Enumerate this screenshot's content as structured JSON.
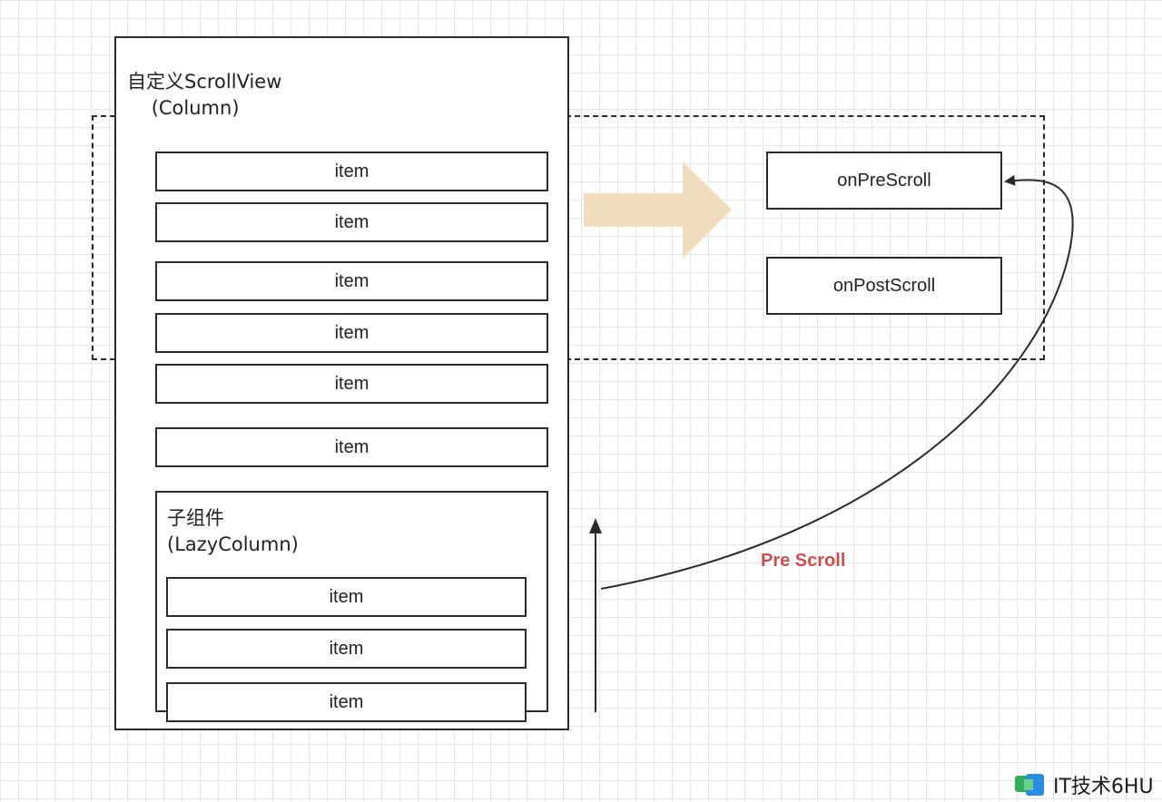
{
  "outer": {
    "title_line1": "自定义ScrollView",
    "title_line2": "(Column)"
  },
  "outer_items": [
    "item",
    "item",
    "item",
    "item",
    "item",
    "item"
  ],
  "inner": {
    "title_line1": "子组件",
    "title_line2": "(LazyColumn)"
  },
  "inner_items": [
    "item",
    "item",
    "item"
  ],
  "callbacks": {
    "pre": "onPreScroll",
    "post": "onPostScroll"
  },
  "scroll_label": "Pre Scroll",
  "watermark": "IT技术6HU",
  "colors": {
    "fat_arrow": "#f2dcc0",
    "scroll_label": "#c94f4f",
    "line": "#2a2a2a"
  }
}
